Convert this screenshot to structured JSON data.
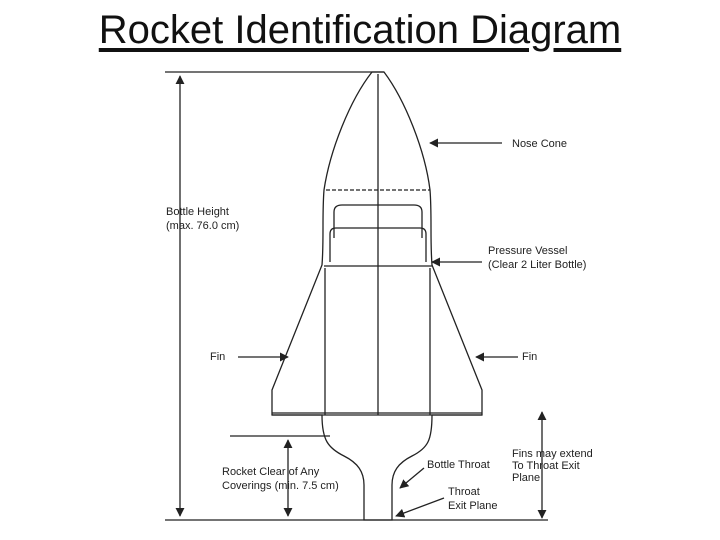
{
  "title": "Rocket Identification Diagram",
  "labels": {
    "nose_cone": "Nose Cone",
    "bottle_height_1": "Bottle Height",
    "bottle_height_2": "(max. 76.0 cm)",
    "pressure_vessel_1": "Pressure Vessel",
    "pressure_vessel_2": "(Clear 2 Liter Bottle)",
    "fin_left": "Fin",
    "fin_right": "Fin",
    "clear_1": "Rocket Clear of Any",
    "clear_2": "Coverings (min. 7.5 cm)",
    "bottle_throat": "Bottle Throat",
    "fins_extend_1": "Fins may extend",
    "fins_extend_2": "To Throat Exit",
    "fins_extend_3": "Plane",
    "throat_exit_1": "Throat",
    "throat_exit_2": "Exit Plane"
  },
  "colors": {
    "line": "#222222",
    "background": "#ffffff"
  }
}
